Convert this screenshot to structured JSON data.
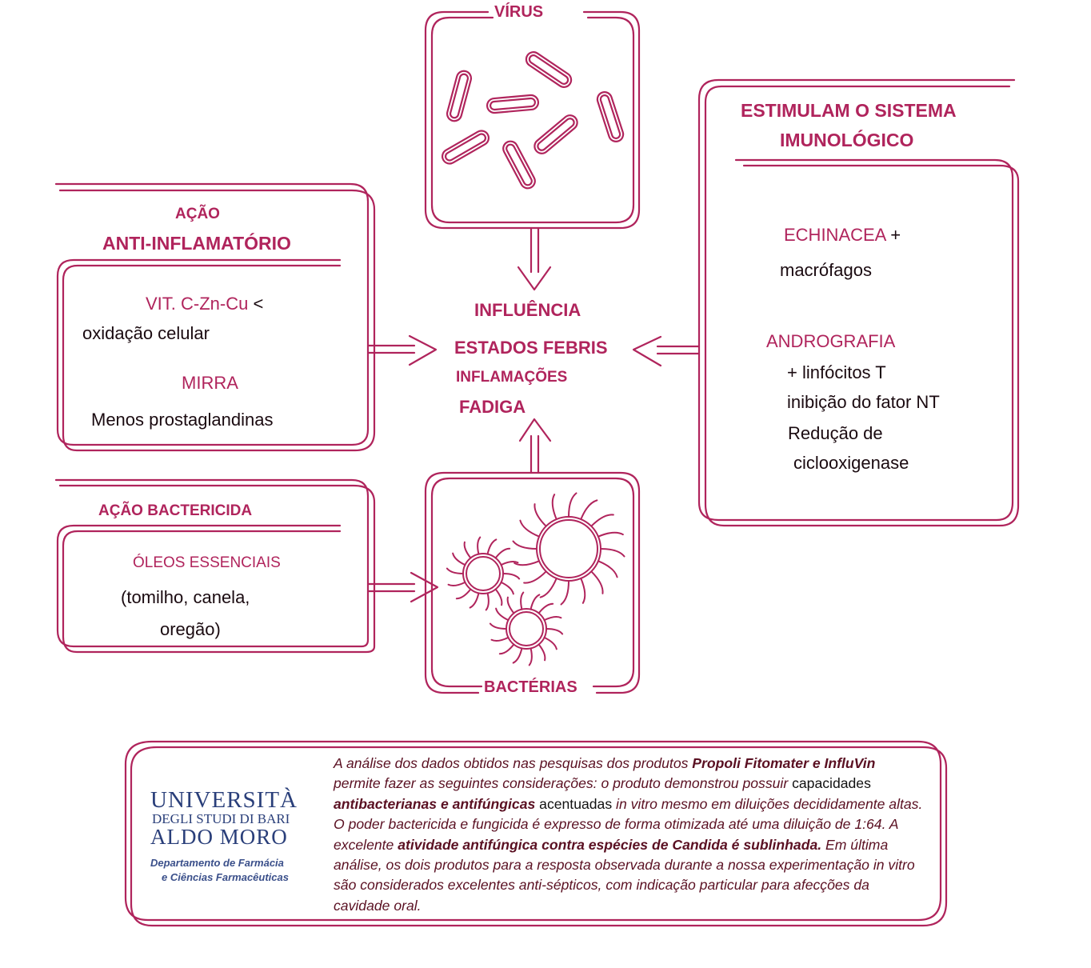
{
  "colors": {
    "accent": "#b0245c",
    "dark": "#7a1c3e",
    "text": "#1a0a10",
    "logo": "#2a3f7a"
  },
  "virus": {
    "title": "VÍRUS",
    "icon": "rod-virus-icon"
  },
  "bacteria": {
    "title": "BACTÉRIAS",
    "icon": "coccus-bacteria-icon"
  },
  "center": {
    "line1": "INFLUÊNCIA",
    "line2": "ESTADOS FEBRIS",
    "line3": "INFLAMAÇÕES",
    "line4": "FADIGA"
  },
  "anti_inflammatory": {
    "title_line1": "AÇÃO",
    "title_line2": "ANTI-INFLAMATÓRIO",
    "item1_name": "VIT. C-Zn-Cu",
    "item1_symbol": "<",
    "item1_desc": "oxidação celular",
    "item2_name": "MIRRA",
    "item2_desc": "Menos prostaglandinas"
  },
  "bactericide": {
    "title": "AÇÃO BACTERICIDA",
    "item_name": "ÓLEOS ESSENCIAIS",
    "item_desc_line1": "(tomilho, canela,",
    "item_desc_line2": "oregão)"
  },
  "immune": {
    "title_line1": "ESTIMULAM O SISTEMA",
    "title_line2": "IMUNOLÓGICO",
    "item1_name": "ECHINACEA",
    "item1_symbol": "+",
    "item1_desc": "macrófagos",
    "item2_name": "ANDROGRAFIA",
    "item2_desc_line1": "+ linfócitos T",
    "item2_desc_line2": "inibição do fator NT",
    "item2_desc_line3": "Redução de",
    "item2_desc_line4": "ciclooxigenase"
  },
  "footer": {
    "logo_line1": "UNIVERSITÀ",
    "logo_line2": "DEGLI STUDI DI BARI",
    "logo_line3": "ALDO MORO",
    "dept_line1": "Departamento de Farmácia",
    "dept_line2": "e Ciências Farmacêuticas",
    "s1": "A análise dos dados obtidos nas pesquisas dos produtos ",
    "s2": "Propoli Fitomater e InfluVin",
    "s3": " permite fazer as seguintes considerações: o produto demonstrou possuir ",
    "s4": "capacidades ",
    "s5": "antibacterianas e antifúngicas",
    "s6": " acentuadas ",
    "s7": "in vitro mesmo em diluições decididamente altas. O poder bactericida e fungicida é expresso de forma otimizada até uma diluição de 1:64. A excelente ",
    "s8": "atividade antifúngica contra espécies de Candida é sublinhada.",
    "s9": " Em última análise, os dois produtos para a resposta observada durante a nossa experimentação in vitro são considerados excelentes anti-sépticos, com indicação particular para afecções da cavidade oral."
  }
}
